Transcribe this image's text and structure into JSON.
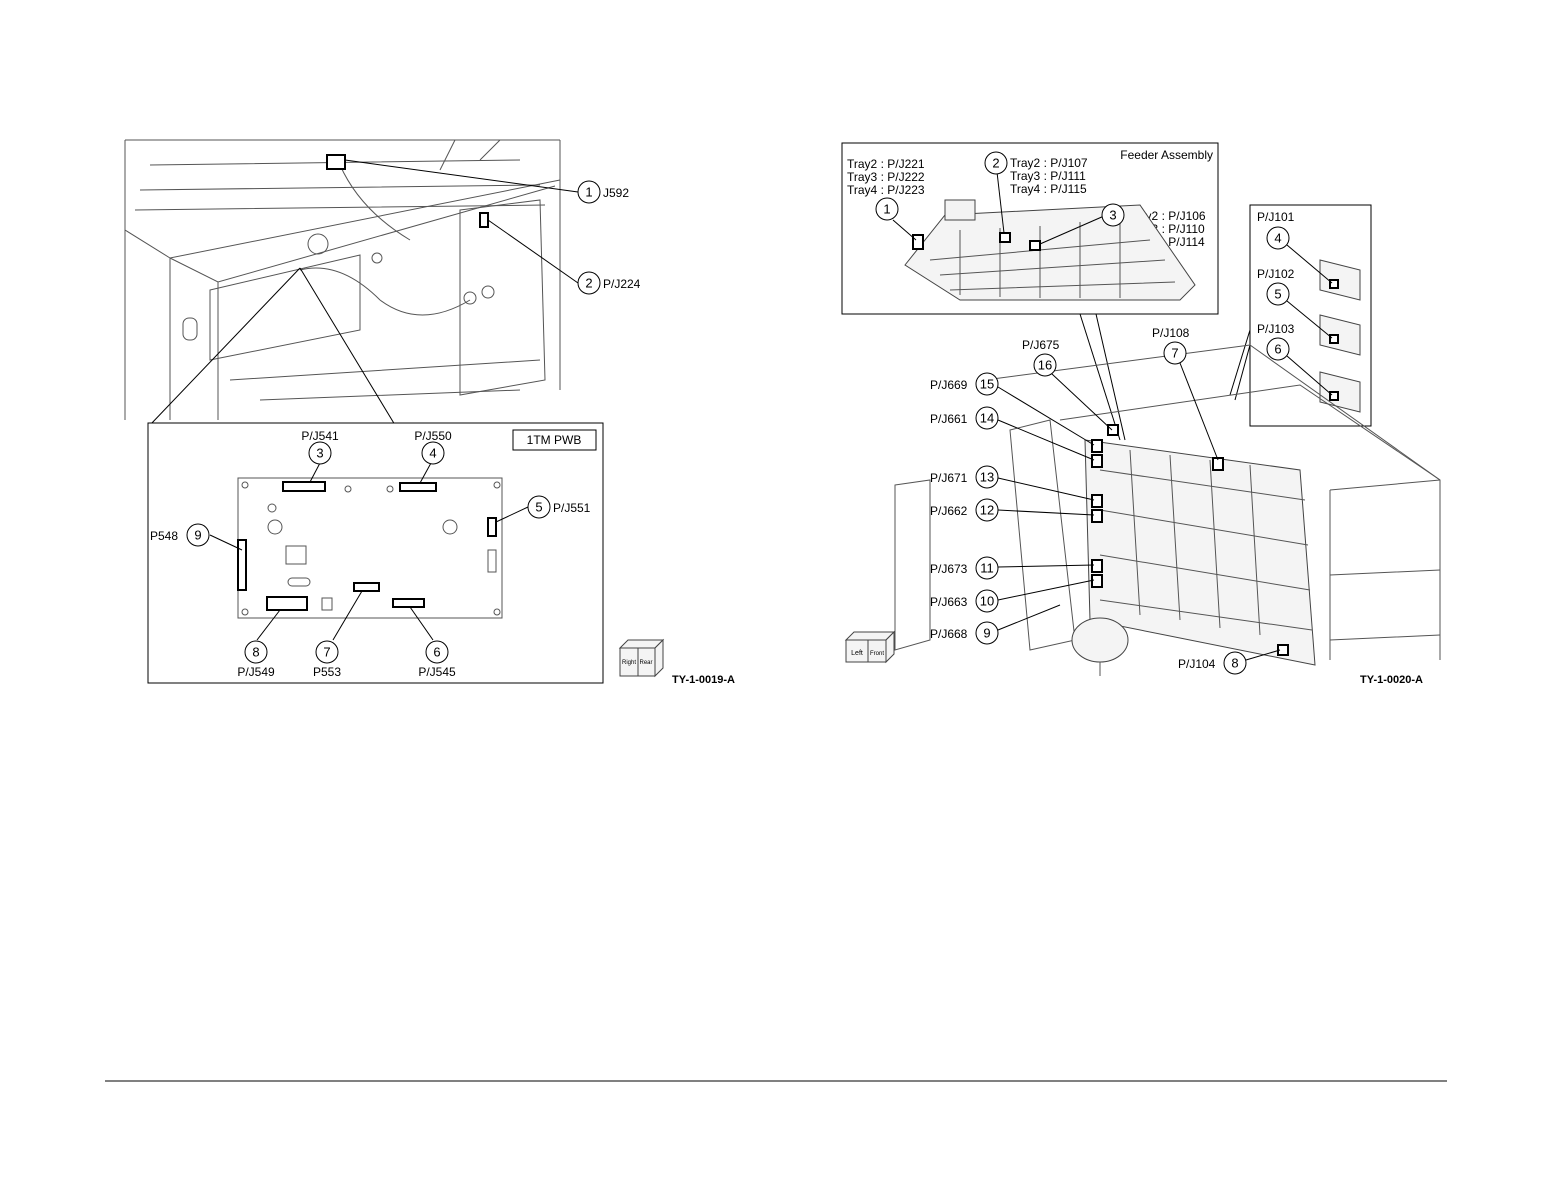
{
  "left": {
    "callouts": [
      {
        "n": "1",
        "label": "J592"
      },
      {
        "n": "2",
        "label": "P/J224"
      },
      {
        "n": "3",
        "label": "P/J541"
      },
      {
        "n": "4",
        "label": "P/J550"
      },
      {
        "n": "5",
        "label": "P/J551"
      },
      {
        "n": "6",
        "label": "P/J545"
      },
      {
        "n": "7",
        "label": "P553"
      },
      {
        "n": "8",
        "label": "P/J549"
      },
      {
        "n": "9",
        "label": "P548"
      }
    ],
    "box_title": "1TM PWB",
    "orient": {
      "a": "Right",
      "b": "Rear"
    },
    "fig_id": "TY-1-0019-A"
  },
  "right": {
    "feeder_title": "Feeder Assembly",
    "tray_lists": {
      "c1": [
        "Tray2 : P/J221",
        "Tray3 : P/J222",
        "Tray4 : P/J223"
      ],
      "c2": [
        "Tray2 : P/J107",
        "Tray3 : P/J111",
        "Tray4 : P/J115"
      ],
      "c3": [
        "Tray2 : P/J106",
        "Tray3 : P/J110",
        "Tray4 : P/J114"
      ]
    },
    "callouts": [
      {
        "n": "1",
        "label": ""
      },
      {
        "n": "2",
        "label": ""
      },
      {
        "n": "3",
        "label": ""
      },
      {
        "n": "4",
        "label": "P/J101"
      },
      {
        "n": "5",
        "label": "P/J102"
      },
      {
        "n": "6",
        "label": "P/J103"
      },
      {
        "n": "7",
        "label": "P/J108"
      },
      {
        "n": "8",
        "label": "P/J104"
      },
      {
        "n": "9",
        "label": "P/J668"
      },
      {
        "n": "10",
        "label": "P/J663"
      },
      {
        "n": "11",
        "label": "P/J673"
      },
      {
        "n": "12",
        "label": "P/J662"
      },
      {
        "n": "13",
        "label": "P/J671"
      },
      {
        "n": "14",
        "label": "P/J661"
      },
      {
        "n": "15",
        "label": "P/J669"
      },
      {
        "n": "16",
        "label": "P/J675"
      }
    ],
    "orient": {
      "a": "Left",
      "b": "Front"
    },
    "fig_id": "TY-1-0020-A"
  }
}
